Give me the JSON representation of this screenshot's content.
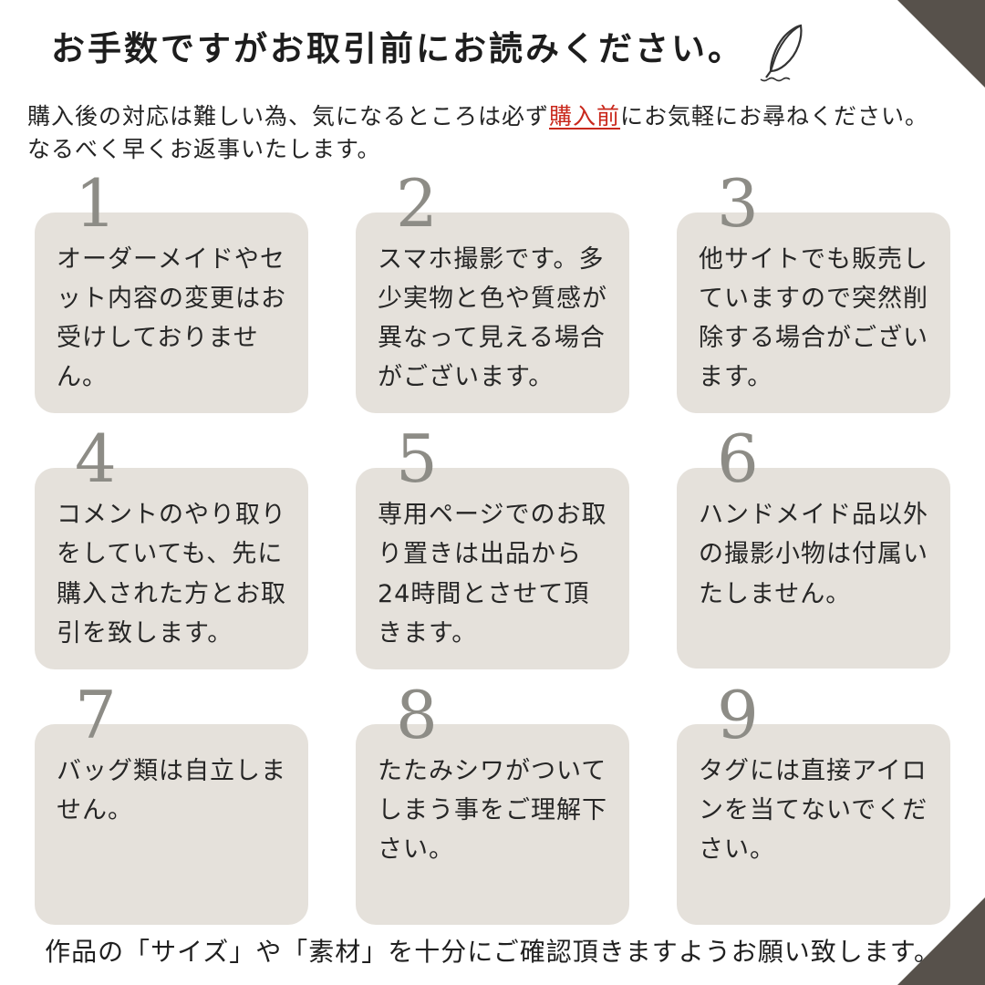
{
  "page": {
    "title": "お手数ですがお取引前にお読みください。",
    "footer": "作品の「サイズ」や「素材」を十分にご確認頂きますようお願い致します。"
  },
  "intro": {
    "part1": "購入後の対応は難しい為、気になるところは必ず",
    "highlight": "購入前",
    "part2": "にお気軽にお尋ねください。なるべく早くお返事いたします。"
  },
  "cards": [
    {
      "number": "1",
      "text": "オーダーメイドやセット内容の変更はお受けしておりません。"
    },
    {
      "number": "2",
      "text": "スマホ撮影です。多少実物と色や質感が異なって見える場合がございます。"
    },
    {
      "number": "3",
      "text": "他サイトでも販売していますので突然削除する場合がございます。"
    },
    {
      "number": "4",
      "text": "コメントのやり取りをしていても、先に購入された方とお取引を致します。"
    },
    {
      "number": "5",
      "text": "専用ページでのお取り置きは出品から24時間とさせて頂きます。"
    },
    {
      "number": "6",
      "text": "ハンドメイド品以外の撮影小物は付属いたしません。"
    },
    {
      "number": "7",
      "text": "バッグ類は自立しません。"
    },
    {
      "number": "8",
      "text": "たたみシワがついてしまう事をご理解下さい。"
    },
    {
      "number": "9",
      "text": "タグには直接アイロンを当てないでください。"
    }
  ],
  "icons": {
    "quill": "quill-pen-icon"
  },
  "colors": {
    "card_background": "#e5e1db",
    "corner_triangle": "#57514b",
    "number": "#8d8c86",
    "text": "#262626",
    "highlight_red": "#c9281c"
  }
}
